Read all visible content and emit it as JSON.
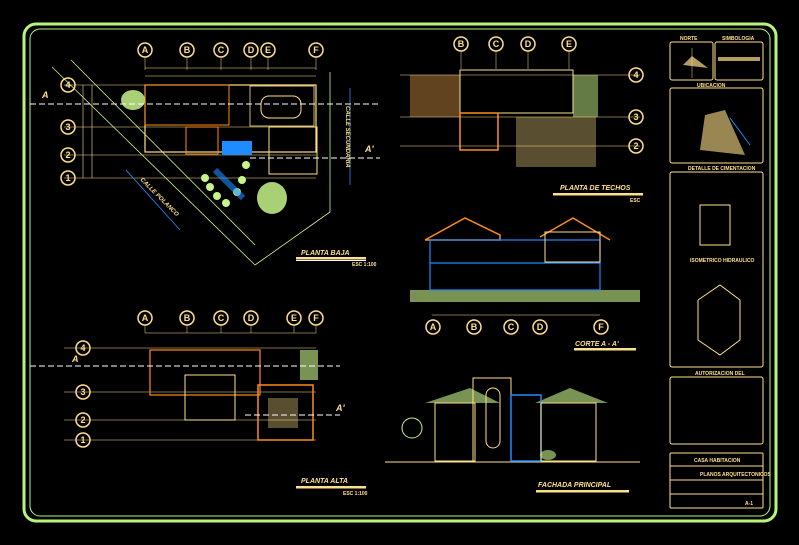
{
  "sheet": {
    "colors": {
      "frame": "#b8f57a",
      "lines": "#ffe08a",
      "accent": "#1e8cff",
      "orange": "#ff8c1a",
      "tree": "#c8f58a"
    },
    "views": {
      "planta_baja": {
        "title": "PLANTA BAJA",
        "scale": "ESC 1:100",
        "street": "CALLE POLANCO",
        "side_street": "CALLE SECUNDARIA",
        "section_left": "A",
        "section_right": "A'",
        "grid_columns": [
          "A",
          "B",
          "C",
          "D",
          "E",
          "F"
        ],
        "grid_rows": [
          "4",
          "3",
          "2",
          "1"
        ]
      },
      "planta_techos": {
        "title": "PLANTA DE TECHOS",
        "scale": "ESC",
        "grid_columns": [
          "B",
          "C",
          "D",
          "E"
        ],
        "grid_rows": [
          "4",
          "3",
          "2"
        ]
      },
      "corte": {
        "title": "CORTE A - A'",
        "grid_columns": [
          "A",
          "B",
          "C",
          "D",
          "F"
        ]
      },
      "planta_alta": {
        "title": "PLANTA ALTA",
        "scale": "ESC 1:100",
        "section_left": "A",
        "section_right": "A'",
        "grid_columns": [
          "A",
          "B",
          "C",
          "D",
          "E",
          "F"
        ],
        "grid_rows": [
          "4",
          "3",
          "2",
          "1"
        ]
      },
      "fachada": {
        "title": "FACHADA PRINCIPAL"
      }
    },
    "sidebar": {
      "norte": "NORTE",
      "simbologia": "SIMBOLOGIA",
      "ubicacion": "UBICACION",
      "detalle_label": "DETALLE DE CIMENTACION",
      "isometrico_label": "ISOMETRICO HIDRAULICO",
      "autorizacion": "AUTORIZACION DEL",
      "title_block": {
        "project": "CASA HABITACION",
        "subtitle": "PLANOS ARQUITECTONICOS",
        "sheet": "A-1"
      }
    }
  }
}
